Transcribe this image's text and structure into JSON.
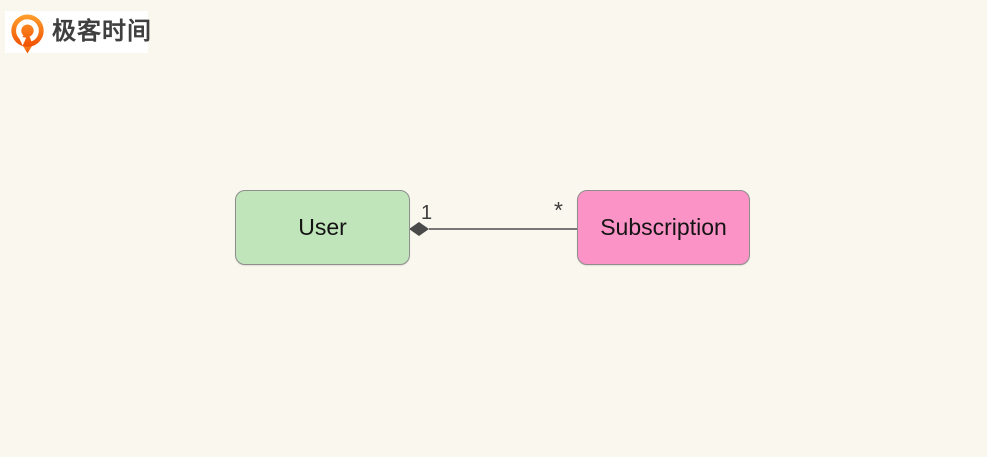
{
  "logo": {
    "text": "极客时间",
    "icon": "geektime-logo-icon"
  },
  "diagram": {
    "type": "uml-class-association",
    "nodes": [
      {
        "id": "user",
        "label": "User",
        "fill": "#c1e5bb"
      },
      {
        "id": "subscription",
        "label": "Subscription",
        "fill": "#fc93c6"
      }
    ],
    "edge": {
      "from": "User",
      "to": "Subscription",
      "style": "solid-line-filled-diamond-at-source",
      "source_multiplicity": "1",
      "target_multiplicity": "*"
    }
  },
  "colors": {
    "background": "#faf7ee",
    "node_border": "#8e8e8e",
    "edge_line": "#4d4d4d",
    "diamond_fill": "#4a4a4a",
    "logo_orange_top": "#ffa02e",
    "logo_orange_bottom": "#f04f02",
    "label_text": "#141414"
  }
}
